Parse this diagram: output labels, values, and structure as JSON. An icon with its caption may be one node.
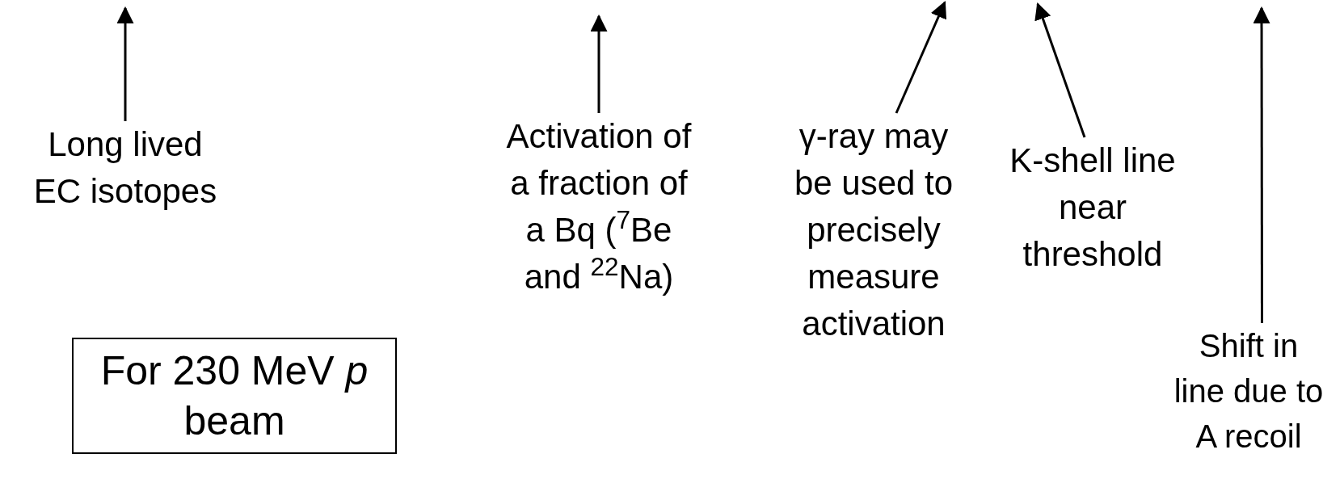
{
  "diagram": {
    "nodes": [
      {
        "text": [
          "Long lived EC isotopes"
        ]
      },
      {
        "text": [
          "For 230 MeV *p* beam"
        ]
      },
      {
        "text": [
          "Activation of a fraction of a Bq ($^{7}$Be and $^{22}$Na)"
        ]
      },
      {
        "text": [
          "γ-ray may be used to precisely measure activation"
        ]
      },
      {
        "text": [
          "K-shell line near threshold"
        ]
      },
      {
        "text": [
          "Shift in line due to A recoil"
        ]
      }
    ],
    "edges": [
      {
        "from": 0,
        "to": null,
        "arrow": "to"
      },
      {
        "from": 2,
        "to": null,
        "arrow": "to"
      },
      {
        "from": 3,
        "to": null,
        "arrow": "to"
      },
      {
        "from": 4,
        "to": null,
        "arrow": "to"
      },
      {
        "from": 5,
        "to": null,
        "arrow": "to"
      }
    ]
  }
}
